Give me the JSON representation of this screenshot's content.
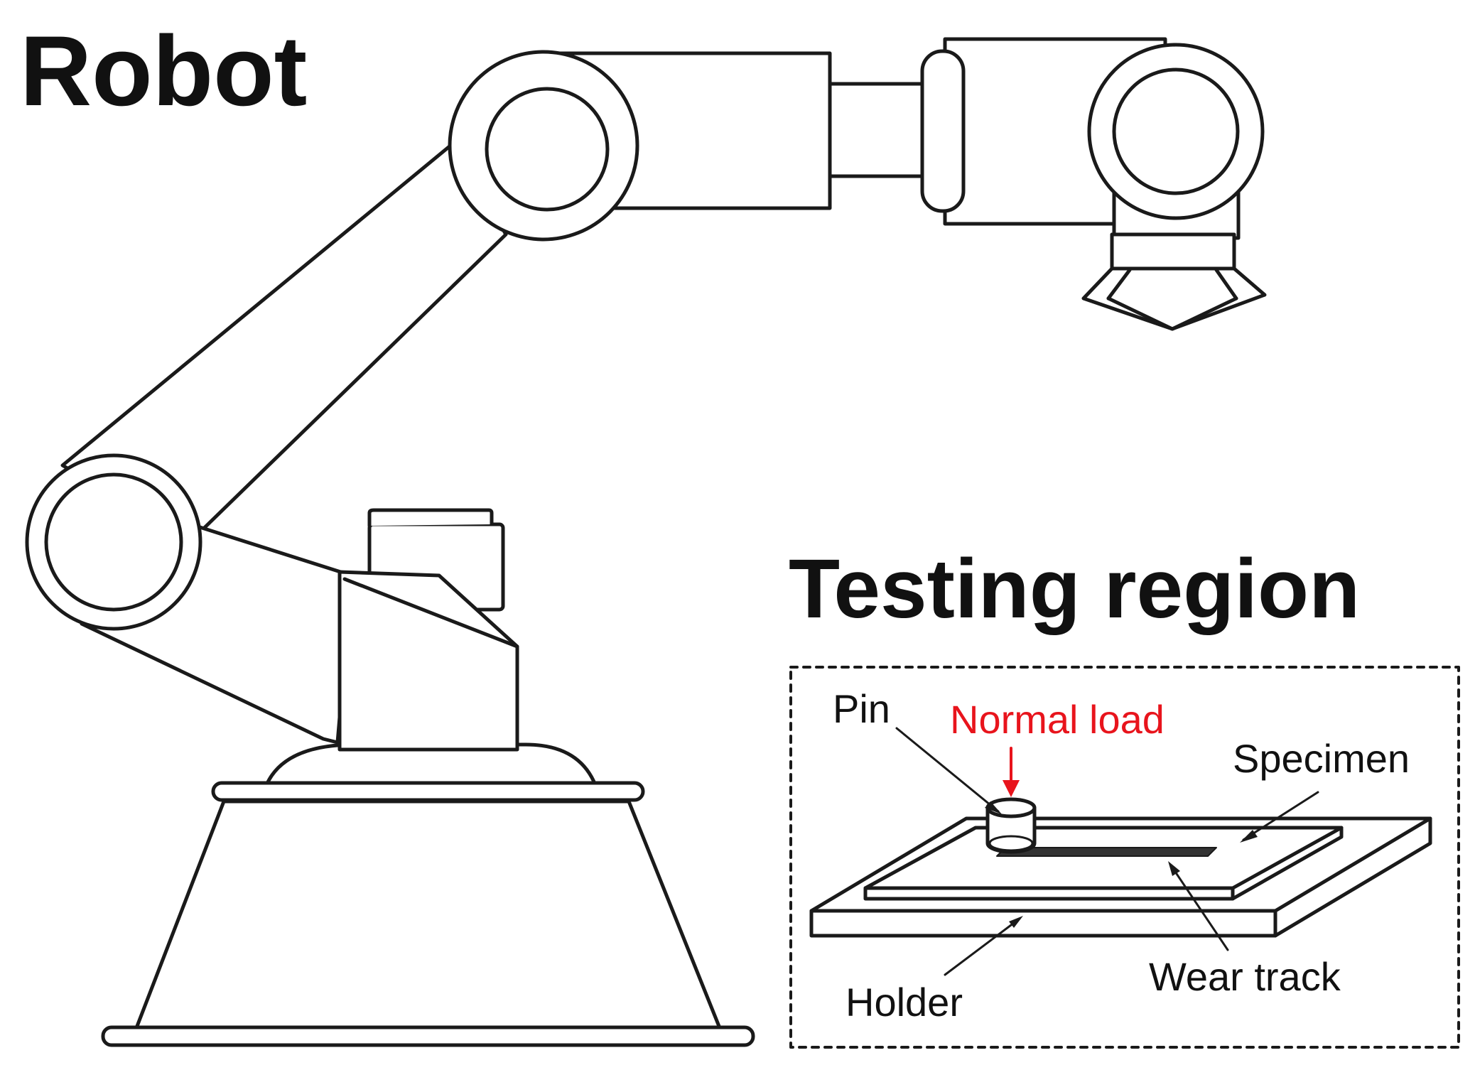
{
  "robot_section": {
    "title": "Robot"
  },
  "testing_section": {
    "title": "Testing region",
    "labels": {
      "pin": "Pin",
      "normal_load": "Normal load",
      "specimen": "Specimen",
      "wear_track": "Wear track",
      "holder": "Holder"
    }
  },
  "colors": {
    "line": "#1a1a1a",
    "normal_load": "#e8141c",
    "background": "#ffffff"
  }
}
